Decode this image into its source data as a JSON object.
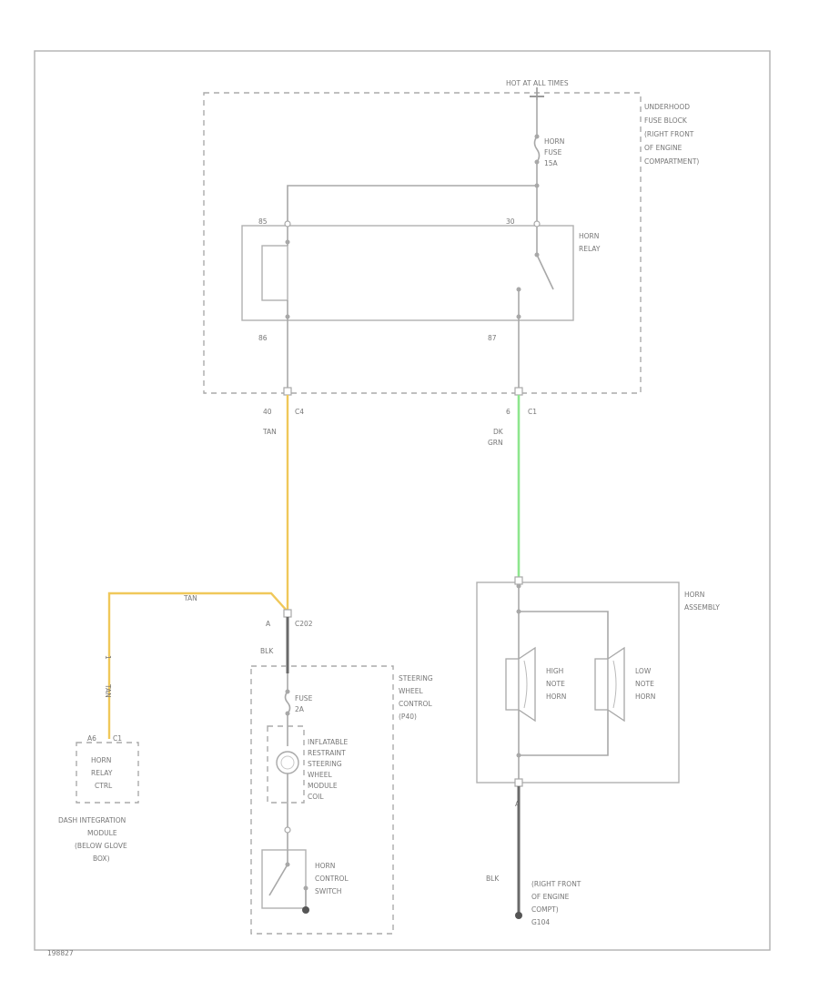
{
  "colors": {
    "wire": "#a8a8a8",
    "tan": "#f0c85a",
    "dk_green": "#8ee68e",
    "dark_wire": "#6a6a6a"
  },
  "underhood": {
    "power_label": "HOT AT ALL TIMES",
    "location": [
      "UNDERHOOD",
      "FUSE BLOCK",
      "(RIGHT FRONT",
      "OF ENGINE",
      "COMPARTMENT)"
    ],
    "fuse": [
      "HORN",
      "FUSE",
      "15A"
    ],
    "relay_label": [
      "HORN",
      "RELAY"
    ],
    "pins": {
      "tl": "85",
      "tr": "30",
      "bl": "86",
      "br": "87"
    }
  },
  "connectors": {
    "left": {
      "pin": "40",
      "conn": "C4",
      "wire": "TAN"
    },
    "right": {
      "pin": "6",
      "conn": "C1",
      "wire": "DK",
      "wire2": "GRN"
    },
    "c202": {
      "pin": "A",
      "conn": "C202",
      "wire_top": "TAN",
      "wire_down": "BLK"
    },
    "dim_wire_h": "TAN",
    "dim_wire_v": [
      "1",
      "TAN"
    ],
    "dim_pins": {
      "a": "A6",
      "b": "C1"
    },
    "horn_bottom_pin": "A"
  },
  "dim": {
    "box": [
      "HORN",
      "RELAY",
      "CTRL"
    ],
    "label": [
      "DASH INTEGRATION",
      "MODULE",
      "(BELOW GLOVE",
      "BOX)"
    ]
  },
  "steering": {
    "label": [
      "STEERING",
      "WHEEL",
      "CONTROL",
      "(P40)"
    ],
    "fuse": [
      "FUSE",
      "2A"
    ],
    "coil": [
      "INFLATABLE",
      "RESTRAINT",
      "STEERING",
      "WHEEL",
      "MODULE",
      "COIL"
    ],
    "switch": [
      "HORN",
      "CONTROL",
      "SWITCH"
    ]
  },
  "horn": {
    "assembly": [
      "HORN",
      "ASSEMBLY"
    ],
    "high": [
      "HIGH",
      "NOTE",
      "HORN"
    ],
    "low": [
      "LOW",
      "NOTE",
      "HORN"
    ],
    "ground_wire": "BLK",
    "ground_label": [
      "(RIGHT FRONT",
      "OF ENGINE",
      "COMPT)",
      "G104"
    ]
  },
  "code": "198827"
}
